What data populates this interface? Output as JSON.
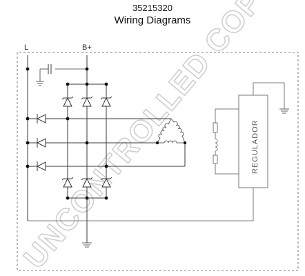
{
  "header": {
    "part_number": "35215320",
    "title": "Wiring Diagrams"
  },
  "terminals": {
    "left": "L",
    "right": "B+"
  },
  "regulator": {
    "label": "REGULADOR"
  },
  "watermark": {
    "text": "UNCONTROLLED COPY",
    "color": "#cfcfcf"
  }
}
